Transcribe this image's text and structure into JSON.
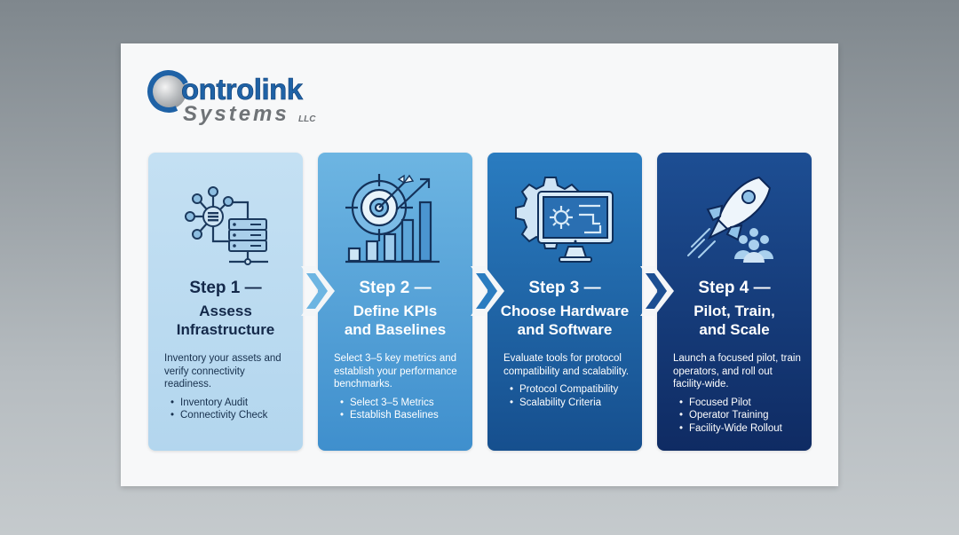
{
  "logo": {
    "word1": "ontrolink",
    "word2": "Systems",
    "suffix": "LLC",
    "brand_letter": "C"
  },
  "colors": {
    "card1": "#b8d9ef",
    "card2": "#4f9ed6",
    "card3": "#1f66a8",
    "card4": "#163d7c",
    "dark_text": "#17304d",
    "brand_blue": "#1f62a6"
  },
  "steps": [
    {
      "step": "Step 1 —",
      "name_line1": "Assess",
      "name_line2": "Infrastructure",
      "description": "Inventory your assets and verify connectivity readiness.",
      "bullets": [
        "Inventory Audit",
        "Connectivity Check"
      ],
      "icon": "network-server-icon"
    },
    {
      "step": "Step 2 —",
      "name_line1": "Define KPIs",
      "name_line2": "and Baselines",
      "description": "Select 3–5 key metrics and establish your performance benchmarks.",
      "bullets": [
        "Select 3–5 Metrics",
        "Establish Baselines"
      ],
      "icon": "target-chart-icon"
    },
    {
      "step": "Step 3 —",
      "name_line1": "Choose Hardware",
      "name_line2": "and Software",
      "description": "Evaluate tools for protocol compatibility and scalability.",
      "bullets": [
        "Protocol Compatibility",
        "Scalability Criteria"
      ],
      "icon": "gear-monitor-icon"
    },
    {
      "step": "Step 4 —",
      "name_line1": "Pilot, Train,",
      "name_line2": "and Scale",
      "description": "Launch a focused pilot, train operators, and roll out facility-wide.",
      "bullets": [
        "Focused Pilot",
        "Operator Training",
        "Facility-Wide Rollout"
      ],
      "icon": "rocket-team-icon"
    }
  ]
}
